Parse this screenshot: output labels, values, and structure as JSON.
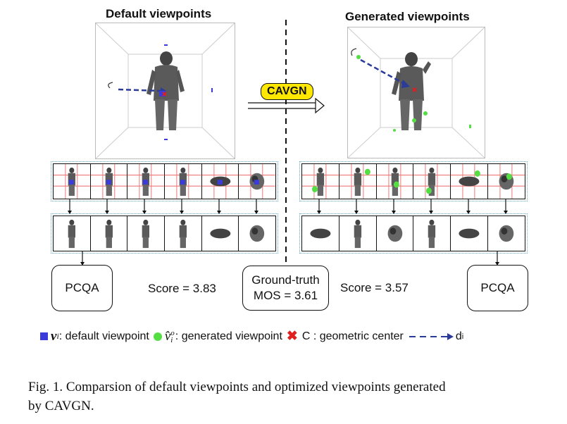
{
  "left_title": "Default viewpoints",
  "right_title": "Generated viewpoints",
  "transform_label": "CAVGN",
  "pcqa_left": "PCQA",
  "pcqa_right": "PCQA",
  "score_left": "Score = 3.83",
  "score_right": "Score = 3.57",
  "ground_truth_line1": "Ground-truth",
  "ground_truth_line2": "MOS = 3.61",
  "legend": {
    "default_symbol": "v",
    "default_subscript": "i",
    "default_text": ": default viewpoint",
    "generated_symbol": "v̂",
    "generated_superscript": "o",
    "generated_subscript": "i",
    "generated_text": ": generated viewpoint",
    "center_text": "C : geometric center",
    "direction_text": "d",
    "direction_subscript": "i"
  },
  "caption": {
    "line1": "Fig. 1.  Comparsion of default viewpoints and optimized viewpoints generated",
    "line2": "by CAVGN."
  },
  "colors": {
    "default_marker": "#3b3bdc",
    "generated_marker": "#55dd44",
    "center_marker": "#e02020",
    "grid_red": "#ee7777",
    "dotted_border": "#5aa3c9",
    "cavgn_bg": "#ffe800"
  }
}
